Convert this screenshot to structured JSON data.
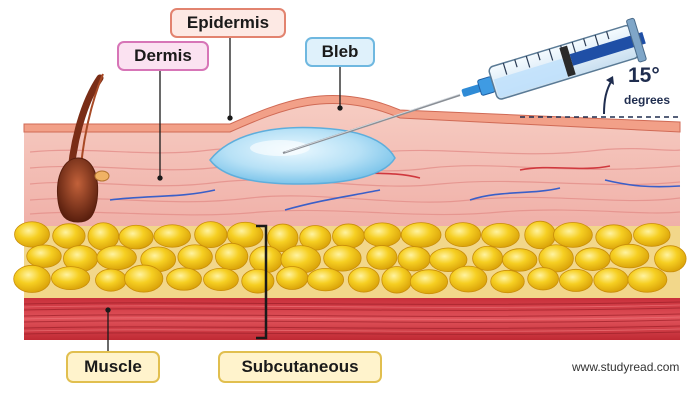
{
  "labels": {
    "epidermis": "Epidermis",
    "dermis": "Dermis",
    "bleb": "Bleb",
    "muscle": "Muscle",
    "subcutaneous": "Subcutaneous"
  },
  "angle": {
    "value": "15°",
    "unit": "degrees"
  },
  "watermark": "www.studyread.com",
  "colors": {
    "epidermis": "#f2a088",
    "dermis": "#f4c0b8",
    "fat": "#f5cb1c",
    "muscle": "#d0383e",
    "bleb": "#b8e2f7",
    "syringe_barrel": "#dfeef8",
    "syringe_plunger": "#1f4fa6",
    "needle_hub": "#2f8bd6",
    "hair": "#7a2d16"
  },
  "icons": [
    "syringe-icon",
    "hair-follicle-icon",
    "angle-arc-icon"
  ]
}
